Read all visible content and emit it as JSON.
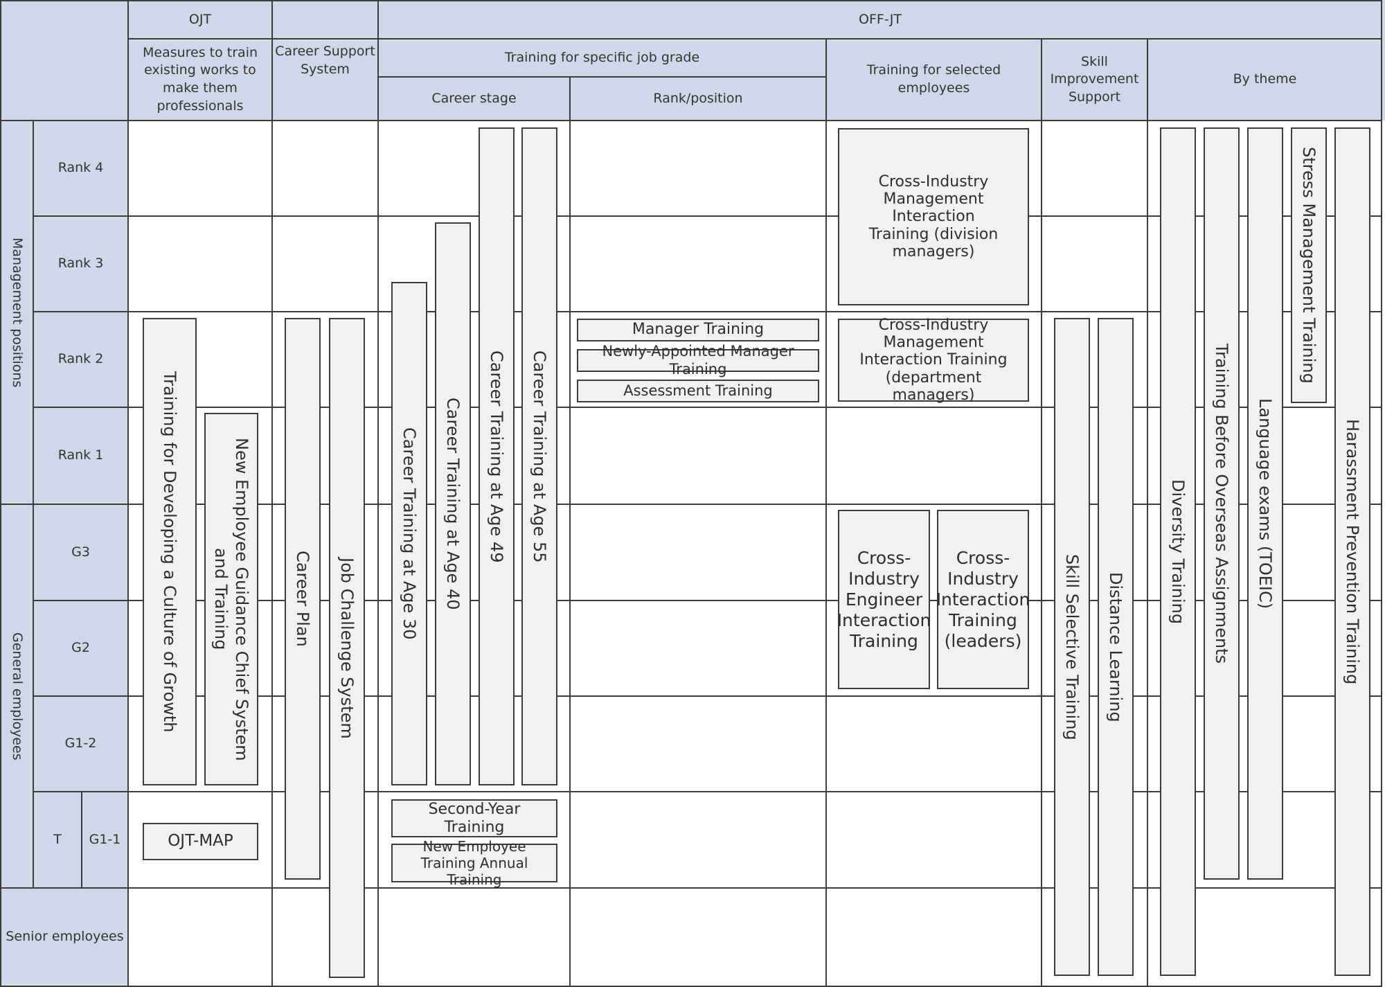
{
  "header": {
    "ojt": "OJT",
    "ojt_sub": "Measures to train existing works to make them professionals",
    "career_support": "Career Support System",
    "offjt": "OFF-JT",
    "training_job_grade": "Training for specific job grade",
    "career_stage": "Career stage",
    "rank_position": "Rank/position",
    "selected": "Training for selected employees",
    "skill": "Skill Improvement Support",
    "theme": "By theme"
  },
  "rows": {
    "management": "Management positions",
    "general": "General employees",
    "senior": "Senior employees",
    "rank4": "Rank 4",
    "rank3": "Rank 3",
    "rank2": "Rank 2",
    "rank1": "Rank 1",
    "g3": "G3",
    "g2": "G2",
    "g12": "G1-2",
    "t": "T",
    "g11": "G1-1"
  },
  "programs": {
    "culture": "Training for Developing a Culture of Growth",
    "guidance": "New Employee Guidance Chief System and Training",
    "ojt_map": "OJT-MAP",
    "career_plan": "Career Plan",
    "job_challenge": "Job Challenge System",
    "age30": "Career Training at Age 30",
    "age40": "Career Training at Age 40",
    "age49": "Career Training at Age 49",
    "age55": "Career Training at Age 55",
    "second_year": "Second-Year Training",
    "new_employee": "New Employee Training Annual Training",
    "manager": "Manager Training",
    "new_manager": "Newly-Appointed Manager Training",
    "assessment": "Assessment Training",
    "cross_division": "Cross-Industry Management Interaction Training (division managers)",
    "cross_department": "Cross-Industry Management Interaction Training (department managers)",
    "cross_engineer": "Cross-Industry Engineer Interaction Training",
    "cross_leaders": "Cross-Industry Interaction Training (leaders)",
    "skill_selective": "Skill Selective Training",
    "distance": "Distance Learning",
    "diversity": "Diversity Training",
    "overseas": "Training Before Overseas Assignments",
    "language": "Language exams (TOEIC)",
    "stress": "Stress Management Training",
    "harassment": "Harassment Prevention Training"
  },
  "colors": {
    "header_bg": "#cfd8e8",
    "box_bg": "#f1f1f1",
    "line": "#3c3c3c"
  }
}
